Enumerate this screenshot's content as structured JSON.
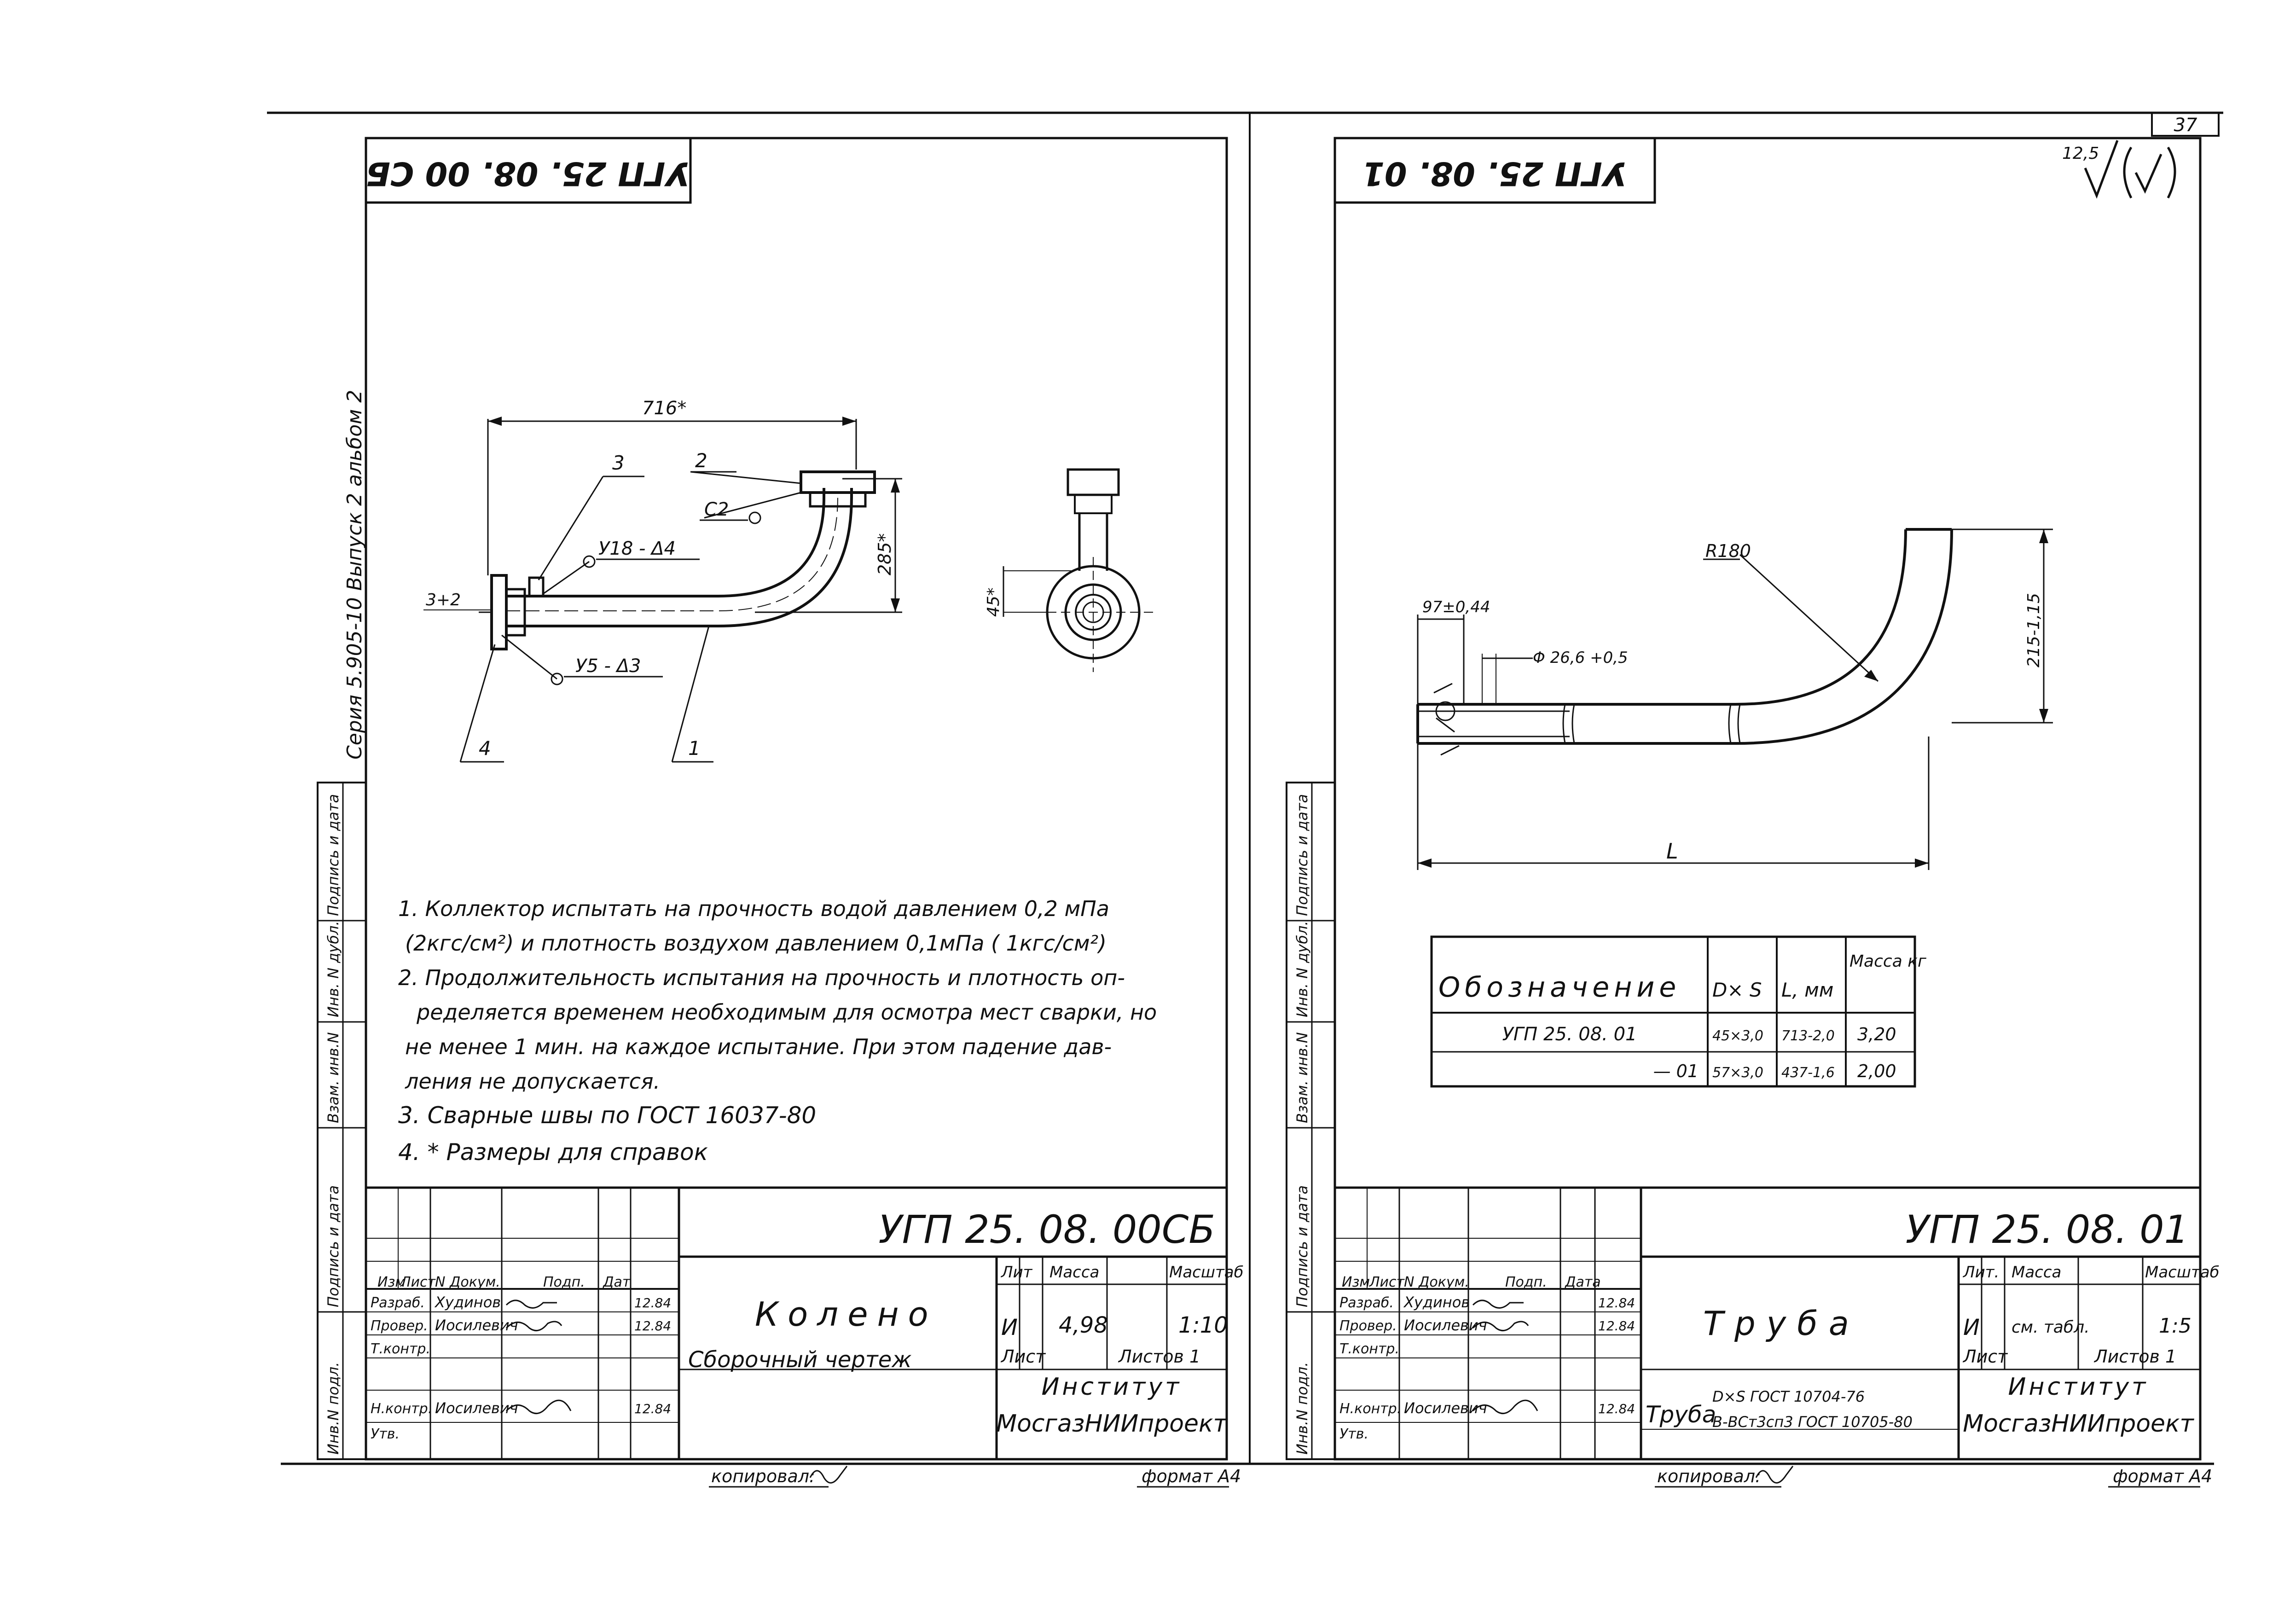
{
  "page_number": "37",
  "left_sheet": {
    "code_rotated": "УГП 25. 08. 00 СБ",
    "series_label": "Серия  5.905-10    Выпуск 2  альбом 2",
    "callouts": {
      "dim_length": "716*",
      "dim_height": "285*",
      "dim_gap": "3+2",
      "dim_angle": "45*",
      "weld_c2": "C2",
      "weld_u18": "У18 - Δ4",
      "weld_u5": "У5 - Δ3",
      "pos1": "1",
      "pos2": "2",
      "pos3": "3",
      "pos4": "4"
    },
    "notes": [
      "1.  Коллектор испытать на прочность водой давлением 0,2 мПа",
      "(2кгс/см²) и плотность воздухом давлением 0,1мПа ( 1кгс/см²)",
      "2.  Продолжительность испытания на прочность  и  плотность  оп-",
      "ределяется временем необходимым для  осмотра  мест  сварки, но",
      "не менее  1 мин.   на  каждое  испытание. При этом падение  дав-",
      "ления  не  допускается.",
      "3.  Сварные   швы по  ГОСТ  16037-80",
      "4.  * Размеры для  справок"
    ],
    "title_block": {
      "code": "УГП 25. 08. 00СБ",
      "name": "Колено",
      "subtitle": "Сборочный  чертеж",
      "lit_label": "Лит",
      "mass_label": "Масса",
      "scale_label": "Масштаб",
      "lit": "И",
      "mass": "4,98",
      "scale": "1:10",
      "sheet_label": "Лист",
      "sheets_label": "Листов 1",
      "institute_1": "Институт",
      "institute_2": "МосгазНИИпроект",
      "hdr_izm": "Изм",
      "hdr_list": "Лист",
      "hdr_doc": "N Докум.",
      "hdr_sign": "Подп.",
      "hdr_date": "Дат",
      "roles": [
        "Разраб.",
        "Провер.",
        "Т.контр.",
        "Н.контр.",
        "Утв."
      ],
      "names": [
        "Худинов",
        "Иосилевич",
        "",
        "Иосилевич",
        ""
      ],
      "dates": [
        "12.84",
        "12.84",
        "",
        "12.84",
        ""
      ],
      "copied": "копировал:",
      "format": "формат А4"
    },
    "side_stamp": [
      "Подпись и дата",
      "Инв. N дубл.",
      "Взам. инв.N",
      "Подпись и дата",
      "Инв.N подл."
    ]
  },
  "right_sheet": {
    "code_rotated": "УГП 25. 08. 01",
    "roughness": "12,5",
    "callouts": {
      "radius": "R180",
      "dim_97": "97±0,44",
      "dim_dia": "Φ 26,6 +0,5",
      "dim_215": "215-1,15",
      "dim_L": "L"
    },
    "table": {
      "headers": [
        "Обозначение",
        "D× S",
        "L, мм",
        "Масса кг"
      ],
      "rows": [
        [
          "УГП 25. 08. 01",
          "45×3,0",
          "713-2,0",
          "3,20"
        ],
        [
          "— 01",
          "57×3,0",
          "437-1,6",
          "2,00"
        ]
      ]
    },
    "title_block": {
      "code": "УГП 25. 08. 01",
      "name": "Труба",
      "lit_label": "Лит.",
      "mass_label": "Масса",
      "scale_label": "Масштаб",
      "lit": "И",
      "mass": "см. табл.",
      "scale": "1:5",
      "sheet_label": "Лист",
      "sheets_label": "Листов 1",
      "institute_1": "Институт",
      "institute_2": "МосгазНИИпроект",
      "material_label": "Труба",
      "material_1": "D×S ГОСТ 10704-76",
      "material_2": "В-ВСт3сп3 ГОСТ 10705-80",
      "hdr_izm": "Изм",
      "hdr_list": "Лист",
      "hdr_doc": "N Докум.",
      "hdr_sign": "Подп.",
      "hdr_date": "Дата",
      "roles": [
        "Разраб.",
        "Провер.",
        "Т.контр.",
        "Н.контр.",
        "Утв."
      ],
      "names": [
        "Худинов",
        "Иосилевич",
        "",
        "Иосилевич",
        ""
      ],
      "dates": [
        "12.84",
        "12.84",
        "",
        "12.84",
        ""
      ],
      "copied": "копировал:",
      "format": "формат А4"
    },
    "side_stamp": [
      "Подпись и дата",
      "Инв. N дубл.",
      "Взам. инв.N",
      "Подпись и дата",
      "Инв.N подл."
    ]
  }
}
